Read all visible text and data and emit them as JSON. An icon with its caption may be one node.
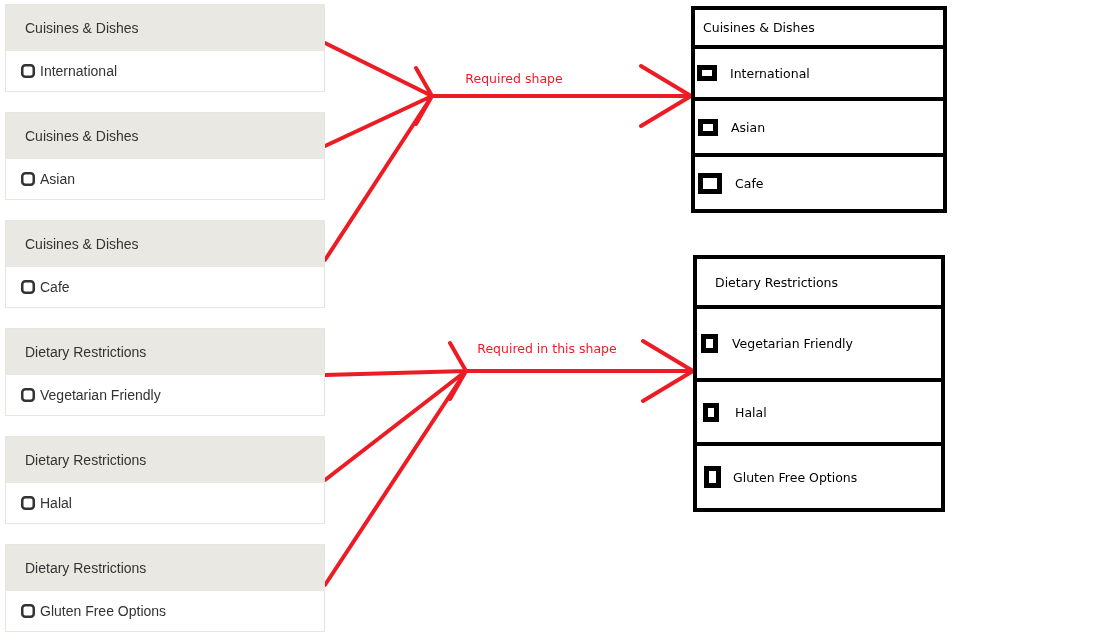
{
  "diagram": {
    "nodes": [
      {
        "text": [
          "Cuisines & Dishes",
          "International"
        ]
      },
      {
        "text": [
          "Cuisines & Dishes",
          "Asian"
        ]
      },
      {
        "text": [
          "Cuisines & Dishes",
          "Cafe"
        ]
      },
      {
        "text": [
          "Dietary Restrictions",
          "Vegetarian Friendly"
        ]
      },
      {
        "text": [
          "Dietary Restrictions",
          "Halal"
        ]
      },
      {
        "text": [
          "Dietary Restrictions",
          "Gluten Free Options"
        ]
      },
      {
        "text": [
          "Cuisines & Dishes"
        ]
      },
      {
        "text": [
          "International"
        ],
        "in": 6
      },
      {
        "text": [
          "Asian"
        ],
        "in": 6
      },
      {
        "text": [
          "Cafe"
        ],
        "in": 6
      },
      {
        "text": [
          "Dietary Restrictions"
        ]
      },
      {
        "text": [
          "Vegetarian Friendly"
        ],
        "in": 10
      },
      {
        "text": [
          "Halal"
        ],
        "in": 10
      },
      {
        "text": [
          "Gluten Free Options"
        ],
        "in": 10
      }
    ],
    "edges": [
      {
        "from": 0,
        "to": 6,
        "arrow": "to",
        "label": "Required shape"
      },
      {
        "from": 1,
        "to": 6,
        "arrow": "to"
      },
      {
        "from": 2,
        "to": 6,
        "arrow": "to"
      },
      {
        "from": 3,
        "to": 10,
        "arrow": "to",
        "label": "Required in this shape"
      },
      {
        "from": 4,
        "to": 10,
        "arrow": "to"
      },
      {
        "from": 5,
        "to": 10,
        "arrow": "to"
      }
    ]
  }
}
